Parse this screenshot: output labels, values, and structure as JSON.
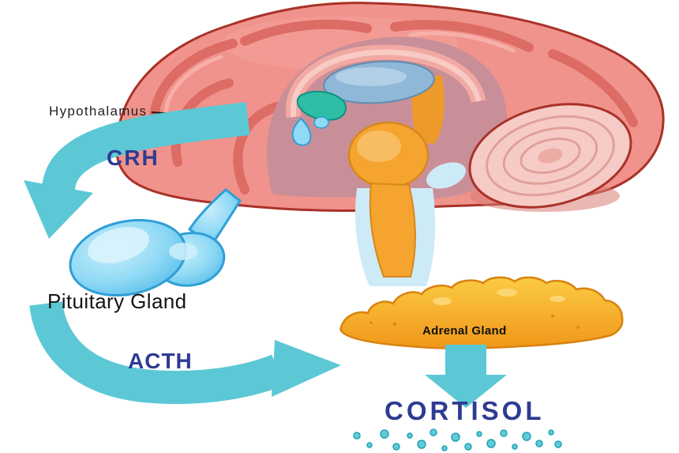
{
  "labels": {
    "hypothalamus": "Hypothalamus",
    "crh": "CRH",
    "pituitary_gland": "Pituitary Gland",
    "acth": "ACTH",
    "adrenal_gland": "Adrenal Gland",
    "cortisol": "CORTISOL"
  },
  "flow": [
    {
      "from": "Hypothalamus",
      "signal": "CRH",
      "to": "Pituitary Gland"
    },
    {
      "from": "Pituitary Gland",
      "signal": "ACTH",
      "to": "Adrenal Gland"
    },
    {
      "from": "Adrenal Gland",
      "signal": "CORTISOL"
    }
  ],
  "colors": {
    "arrow_teal": "#5CC8D5",
    "hormone_text_navy": "#2E3B92",
    "label_text": "#1A1A1A",
    "brain_salmon": "#F0938C",
    "brain_outline": "#A93229",
    "brain_inner_mauve": "#C98F98",
    "thalamus_blue": "#8FB8D8",
    "hypothalamus_teal": "#2EBEA6",
    "brainstem_orange": "#F5A430",
    "cerebellum_pink": "#F7CBC5",
    "pituitary_blue": "#8FD9F5",
    "pituitary_outline": "#2F9FD6",
    "adrenal_orange": "#F9B233",
    "adrenal_outline": "#D9820F"
  }
}
